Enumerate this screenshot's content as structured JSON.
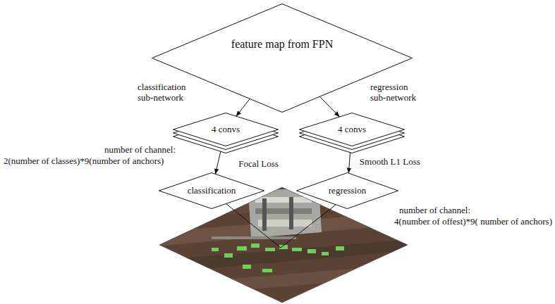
{
  "diagram": {
    "nodes": [
      {
        "text": [
          "feature map from FPN"
        ]
      },
      {
        "text": [
          "4 convs"
        ]
      },
      {
        "text": [
          "4 convs"
        ]
      },
      {
        "text": [
          "classification"
        ]
      },
      {
        "text": [
          "regression"
        ]
      }
    ],
    "edges": [
      {
        "from": 0,
        "to": 1,
        "arrow": "to"
      },
      {
        "from": 0,
        "to": 2,
        "arrow": "to"
      },
      {
        "from": 1,
        "to": 3,
        "arrow": "to",
        "label": "Focal Loss"
      },
      {
        "from": 2,
        "to": 4,
        "arrow": "to",
        "label": "Smooth L1 Loss"
      }
    ],
    "labels": [
      "classification sub-network",
      "regression sub-network",
      "number of channel:",
      "2(number of classes)*9(number of anchors)",
      "number of channel:",
      "4(number of offest)*9( number of anchors)"
    ]
  }
}
